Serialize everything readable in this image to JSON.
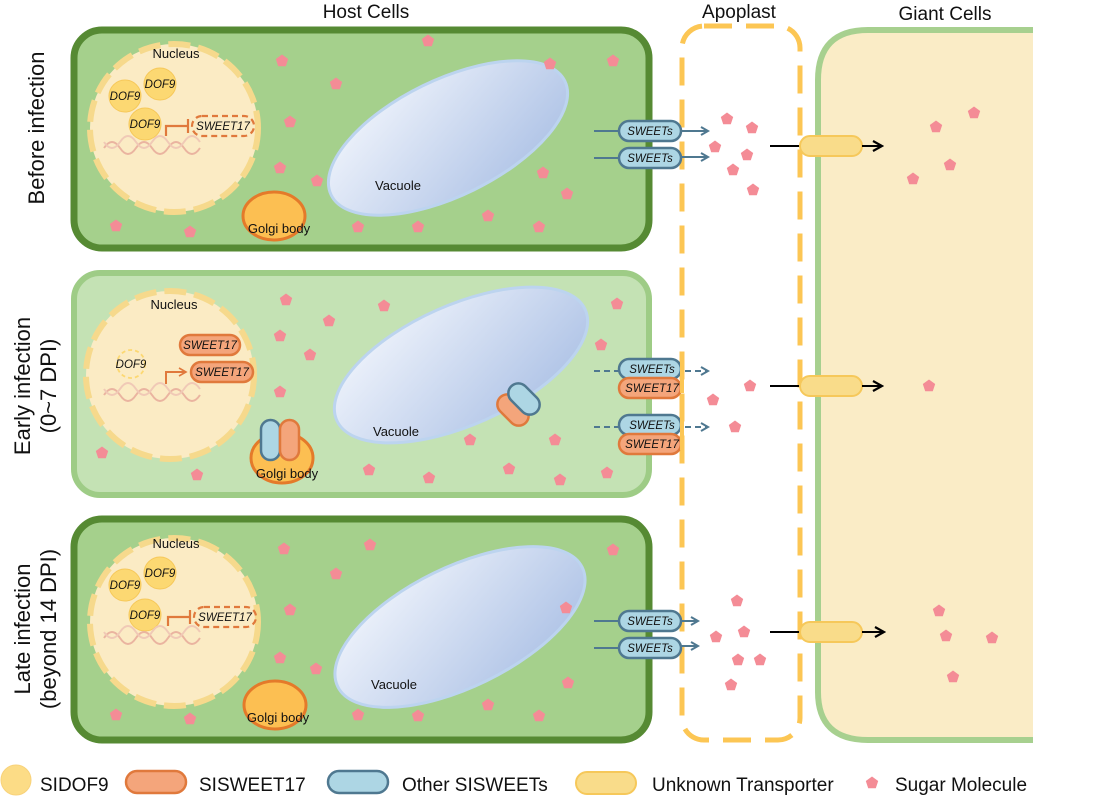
{
  "headers": {
    "host_cells": "Host Cells",
    "apoplast": "Apoplast",
    "giant_cells": "Giant Cells"
  },
  "colors": {
    "host_dark_green": "#568a33",
    "host_light_green": "#a5d08c",
    "host_pale_green": "#c4e2b4",
    "host_pale_border": "#9ecc86",
    "nucleus_fill": "#fbebc4",
    "nucleus_border": "#f6d98c",
    "dof9_fill": "#fcd872",
    "sweet17_fill": "#f4a57b",
    "sweet17_border": "#e0793c",
    "other_sweets_fill": "#add6e4",
    "other_sweets_border": "#4f7890",
    "unknown_transporter_fill": "#f9dc8a",
    "unknown_transporter_border": "#f6c85a",
    "sugar": "#f48c96",
    "vacuole_light": "#f4f7fd",
    "vacuole_dark": "#a8bee4",
    "golgi_fill": "#fcbf52",
    "golgi_border": "#e47a2a",
    "giant_cell_fill": "#faecc6",
    "giant_cell_border": "#a7d08f",
    "apoplast_border": "#fcc654"
  },
  "rows": [
    {
      "label_line1": "Before infection",
      "label_line2": "",
      "nucleus_label": "Nucleus",
      "dof9_labels": [
        "DOF9",
        "DOF9",
        "DOF9"
      ],
      "gene_label": "SWEET17",
      "gene_state": "repressed",
      "vacuole_label": "Vacuole",
      "golgi_label": "Golgi body",
      "membrane_transporters": [
        "SWEETs",
        "SWEETs"
      ]
    },
    {
      "label_line1": "Early infection",
      "label_line2": "(0~7 DPI)",
      "nucleus_label": "Nucleus",
      "dof9_labels": [
        "DOF9"
      ],
      "gene_label": "SWEET17",
      "protein_label": "SWEET17",
      "gene_state": "activated",
      "vacuole_label": "Vacuole",
      "golgi_label": "Golgi body",
      "membrane_transporters": [
        "SWEETs",
        "SWEET17",
        "SWEETs",
        "SWEET17"
      ]
    },
    {
      "label_line1": "Late infection",
      "label_line2": "(beyond 14 DPI)",
      "nucleus_label": "Nucleus",
      "dof9_labels": [
        "DOF9",
        "DOF9",
        "DOF9"
      ],
      "gene_label": "SWEET17",
      "gene_state": "repressed",
      "vacuole_label": "Vacuole",
      "golgi_label": "Golgi body",
      "membrane_transporters": [
        "SWEETs",
        "SWEETs"
      ]
    }
  ],
  "legend": [
    {
      "label": "SIDOF9",
      "shape": "circle"
    },
    {
      "label": "SISWEET17",
      "shape": "pill"
    },
    {
      "label": "Other SISWEETs",
      "shape": "pill"
    },
    {
      "label": "Unknown Transporter",
      "shape": "pill"
    },
    {
      "label": "Sugar Molecule",
      "shape": "pentagon"
    }
  ]
}
